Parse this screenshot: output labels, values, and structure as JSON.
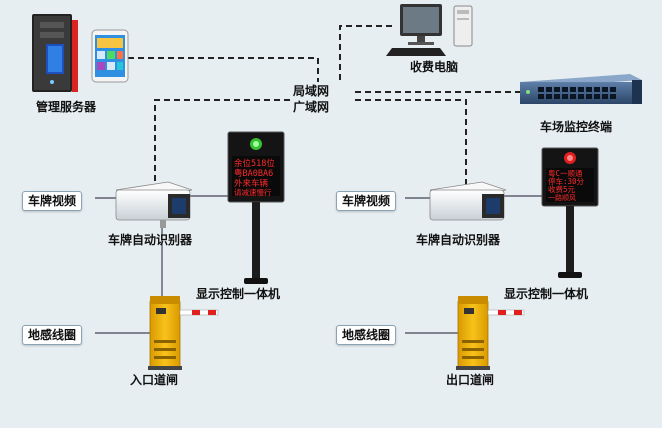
{
  "labels": {
    "server": "管理服务器",
    "fee_pc": "收费电脑",
    "lan_wan_1": "局域网",
    "lan_wan_2": "广域网",
    "switch": "车场监控终端",
    "video_left": "车牌视频",
    "video_right": "车牌视频",
    "recognizer_left": "车牌自动识别器",
    "recognizer_right": "车牌自动识别器",
    "display_left": "显示控制一体机",
    "display_right": "显示控制一体机",
    "loop_left": "地感线圈",
    "loop_right": "地感线圈",
    "gate_left": "入口道闸",
    "gate_right": "出口道闸"
  },
  "screens": {
    "entry_line1": "余位518位",
    "entry_line2": "粤BA0BA6",
    "entry_line3": "外来车辆",
    "entry_line4": "请减速慢行",
    "exit_line1": "粤C一顺通",
    "exit_line2": "停车:30分",
    "exit_line3": "收费5元",
    "exit_line4": "一路顺风"
  },
  "colors": {
    "background": "#e7eef2",
    "gate_yellow": "#f2b705",
    "led_red": "#ff2a2a",
    "signal_green": "#36c030",
    "dash_line": "#222222"
  }
}
